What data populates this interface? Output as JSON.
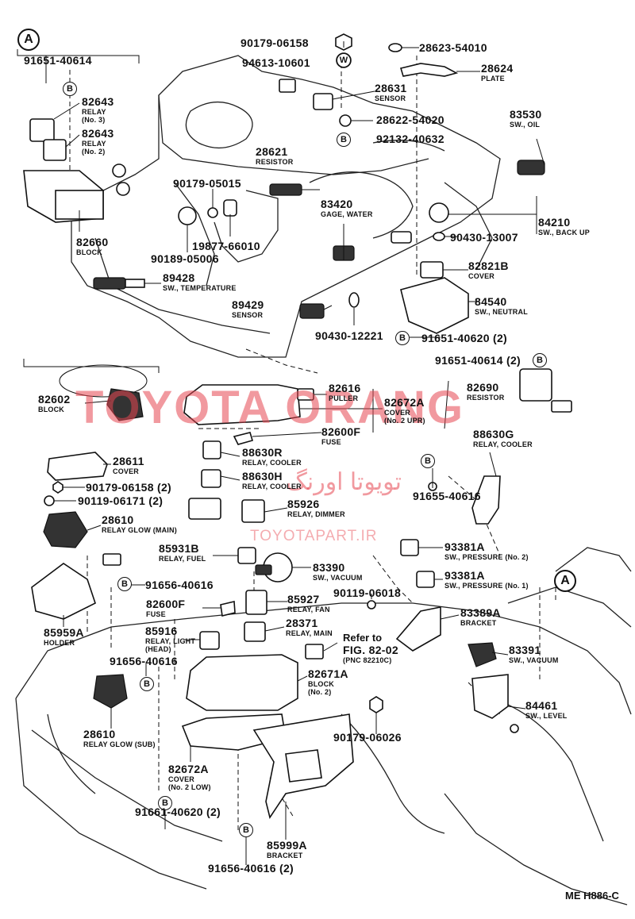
{
  "watermark": {
    "main": "TOYOTA ORANG",
    "url": "TOYOTAPART.IR",
    "farsi": "تویوتا اورنگ"
  },
  "ref_code": "ME H886-C",
  "callouts": {
    "A": "A",
    "B": "B",
    "W": "W"
  },
  "refer_to": {
    "line1": "Refer to",
    "line2": "FIG. 82-02",
    "line3": "(PNC 82210C)"
  },
  "parts": [
    {
      "id": "p-91651-40614-top",
      "number": "91651-40614",
      "desc": ""
    },
    {
      "id": "p-82643-a",
      "number": "82643",
      "desc": "RELAY|(No. 3)"
    },
    {
      "id": "p-82643-b",
      "number": "82643",
      "desc": "RELAY|(No. 2)"
    },
    {
      "id": "p-82660",
      "number": "82660",
      "desc": "BLOCK"
    },
    {
      "id": "p-90179-05015",
      "number": "90179-05015",
      "desc": ""
    },
    {
      "id": "p-19877-66010",
      "number": "19877-66010",
      "desc": ""
    },
    {
      "id": "p-90189-05006",
      "number": "90189-05006",
      "desc": ""
    },
    {
      "id": "p-89428",
      "number": "89428",
      "desc": "SW., TEMPERATURE"
    },
    {
      "id": "p-89429",
      "number": "89429",
      "desc": "SENSOR"
    },
    {
      "id": "p-90430-12221",
      "number": "90430-12221",
      "desc": ""
    },
    {
      "id": "p-90179-06158-top",
      "number": "90179-06158",
      "desc": ""
    },
    {
      "id": "p-94613-10601",
      "number": "94613-10601",
      "desc": ""
    },
    {
      "id": "p-28623-54010",
      "number": "28623-54010",
      "desc": ""
    },
    {
      "id": "p-28624",
      "number": "28624",
      "desc": "PLATE"
    },
    {
      "id": "p-28631",
      "number": "28631",
      "desc": "SENSOR"
    },
    {
      "id": "p-28622-54020",
      "number": "28622-54020",
      "desc": ""
    },
    {
      "id": "p-92132-40632",
      "number": "92132-40632",
      "desc": ""
    },
    {
      "id": "p-28621",
      "number": "28621",
      "desc": "RESISTOR"
    },
    {
      "id": "p-83420",
      "number": "83420",
      "desc": "GAGE, WATER"
    },
    {
      "id": "p-83530",
      "number": "83530",
      "desc": "SW., OIL"
    },
    {
      "id": "p-84210",
      "number": "84210",
      "desc": "SW., BACK UP"
    },
    {
      "id": "p-90430-13007",
      "number": "90430-13007",
      "desc": ""
    },
    {
      "id": "p-82821b",
      "number": "82821B",
      "desc": "COVER"
    },
    {
      "id": "p-84540",
      "number": "84540",
      "desc": "SW., NEUTRAL"
    },
    {
      "id": "p-91651-40620",
      "number": "91651-40620 (2)",
      "desc": ""
    },
    {
      "id": "p-91651-40614-2",
      "number": "91651-40614 (2)",
      "desc": ""
    },
    {
      "id": "p-82690",
      "number": "82690",
      "desc": "RESISTOR"
    },
    {
      "id": "p-82602",
      "number": "82602",
      "desc": "BLOCK"
    },
    {
      "id": "p-82616",
      "number": "82616",
      "desc": "PULLER"
    },
    {
      "id": "p-82672a-upr",
      "number": "82672A",
      "desc": "COVER|(No. 2 UPR)"
    },
    {
      "id": "p-82600f-a",
      "number": "82600F",
      "desc": "FUSE"
    },
    {
      "id": "p-28611",
      "number": "28611",
      "desc": "COVER"
    },
    {
      "id": "p-90179-06158-2",
      "number": "90179-06158 (2)",
      "desc": ""
    },
    {
      "id": "p-90119-06171",
      "number": "90119-06171 (2)",
      "desc": ""
    },
    {
      "id": "p-88630r",
      "number": "88630R",
      "desc": "RELAY, COOLER"
    },
    {
      "id": "p-88630h",
      "number": "88630H",
      "desc": "RELAY, COOLER"
    },
    {
      "id": "p-88630g",
      "number": "88630G",
      "desc": "RELAY, COOLER"
    },
    {
      "id": "p-91655-40616",
      "number": "91655-40616",
      "desc": ""
    },
    {
      "id": "p-28610-main",
      "number": "28610",
      "desc": "RELAY GLOW (MAIN)"
    },
    {
      "id": "p-85926",
      "number": "85926",
      "desc": "RELAY, DIMMER"
    },
    {
      "id": "p-85931b",
      "number": "85931B",
      "desc": "RELAY, FUEL"
    },
    {
      "id": "p-83390",
      "number": "83390",
      "desc": "SW., VACUUM"
    },
    {
      "id": "p-93381a-2",
      "number": "93381A",
      "desc": "SW., PRESSURE (No. 2)"
    },
    {
      "id": "p-93381a-1",
      "number": "93381A",
      "desc": "SW., PRESSURE (No. 1)"
    },
    {
      "id": "p-91656-40616-a",
      "number": "91656-40616",
      "desc": ""
    },
    {
      "id": "p-90119-06018",
      "number": "90119-06018",
      "desc": ""
    },
    {
      "id": "p-82600f-b",
      "number": "82600F",
      "desc": "FUSE"
    },
    {
      "id": "p-85927",
      "number": "85927",
      "desc": "RELAY, FAN"
    },
    {
      "id": "p-83389a",
      "number": "83389A",
      "desc": "BRACKET"
    },
    {
      "id": "p-28371",
      "number": "28371",
      "desc": "RELAY, MAIN"
    },
    {
      "id": "p-85959a",
      "number": "85959A",
      "desc": "HOLDER"
    },
    {
      "id": "p-85916",
      "number": "85916",
      "desc": "RELAY, LIGHT|(HEAD)"
    },
    {
      "id": "p-83391",
      "number": "83391",
      "desc": "SW., VACUUM"
    },
    {
      "id": "p-91656-40616-b",
      "number": "91656-40616",
      "desc": ""
    },
    {
      "id": "p-82671a",
      "number": "82671A",
      "desc": "BLOCK|(No. 2)"
    },
    {
      "id": "p-84461",
      "number": "84461",
      "desc": "SW., LEVEL"
    },
    {
      "id": "p-28610-sub",
      "number": "28610",
      "desc": "RELAY GLOW (SUB)"
    },
    {
      "id": "p-90179-06026",
      "number": "90179-06026",
      "desc": ""
    },
    {
      "id": "p-82672a-low",
      "number": "82672A",
      "desc": "COVER|(No. 2 LOW)"
    },
    {
      "id": "p-91661-40620",
      "number": "91661-40620 (2)",
      "desc": ""
    },
    {
      "id": "p-85999a",
      "number": "85999A",
      "desc": "BRACKET"
    },
    {
      "id": "p-91656-40616-c",
      "number": "91656-40616 (2)",
      "desc": ""
    }
  ]
}
